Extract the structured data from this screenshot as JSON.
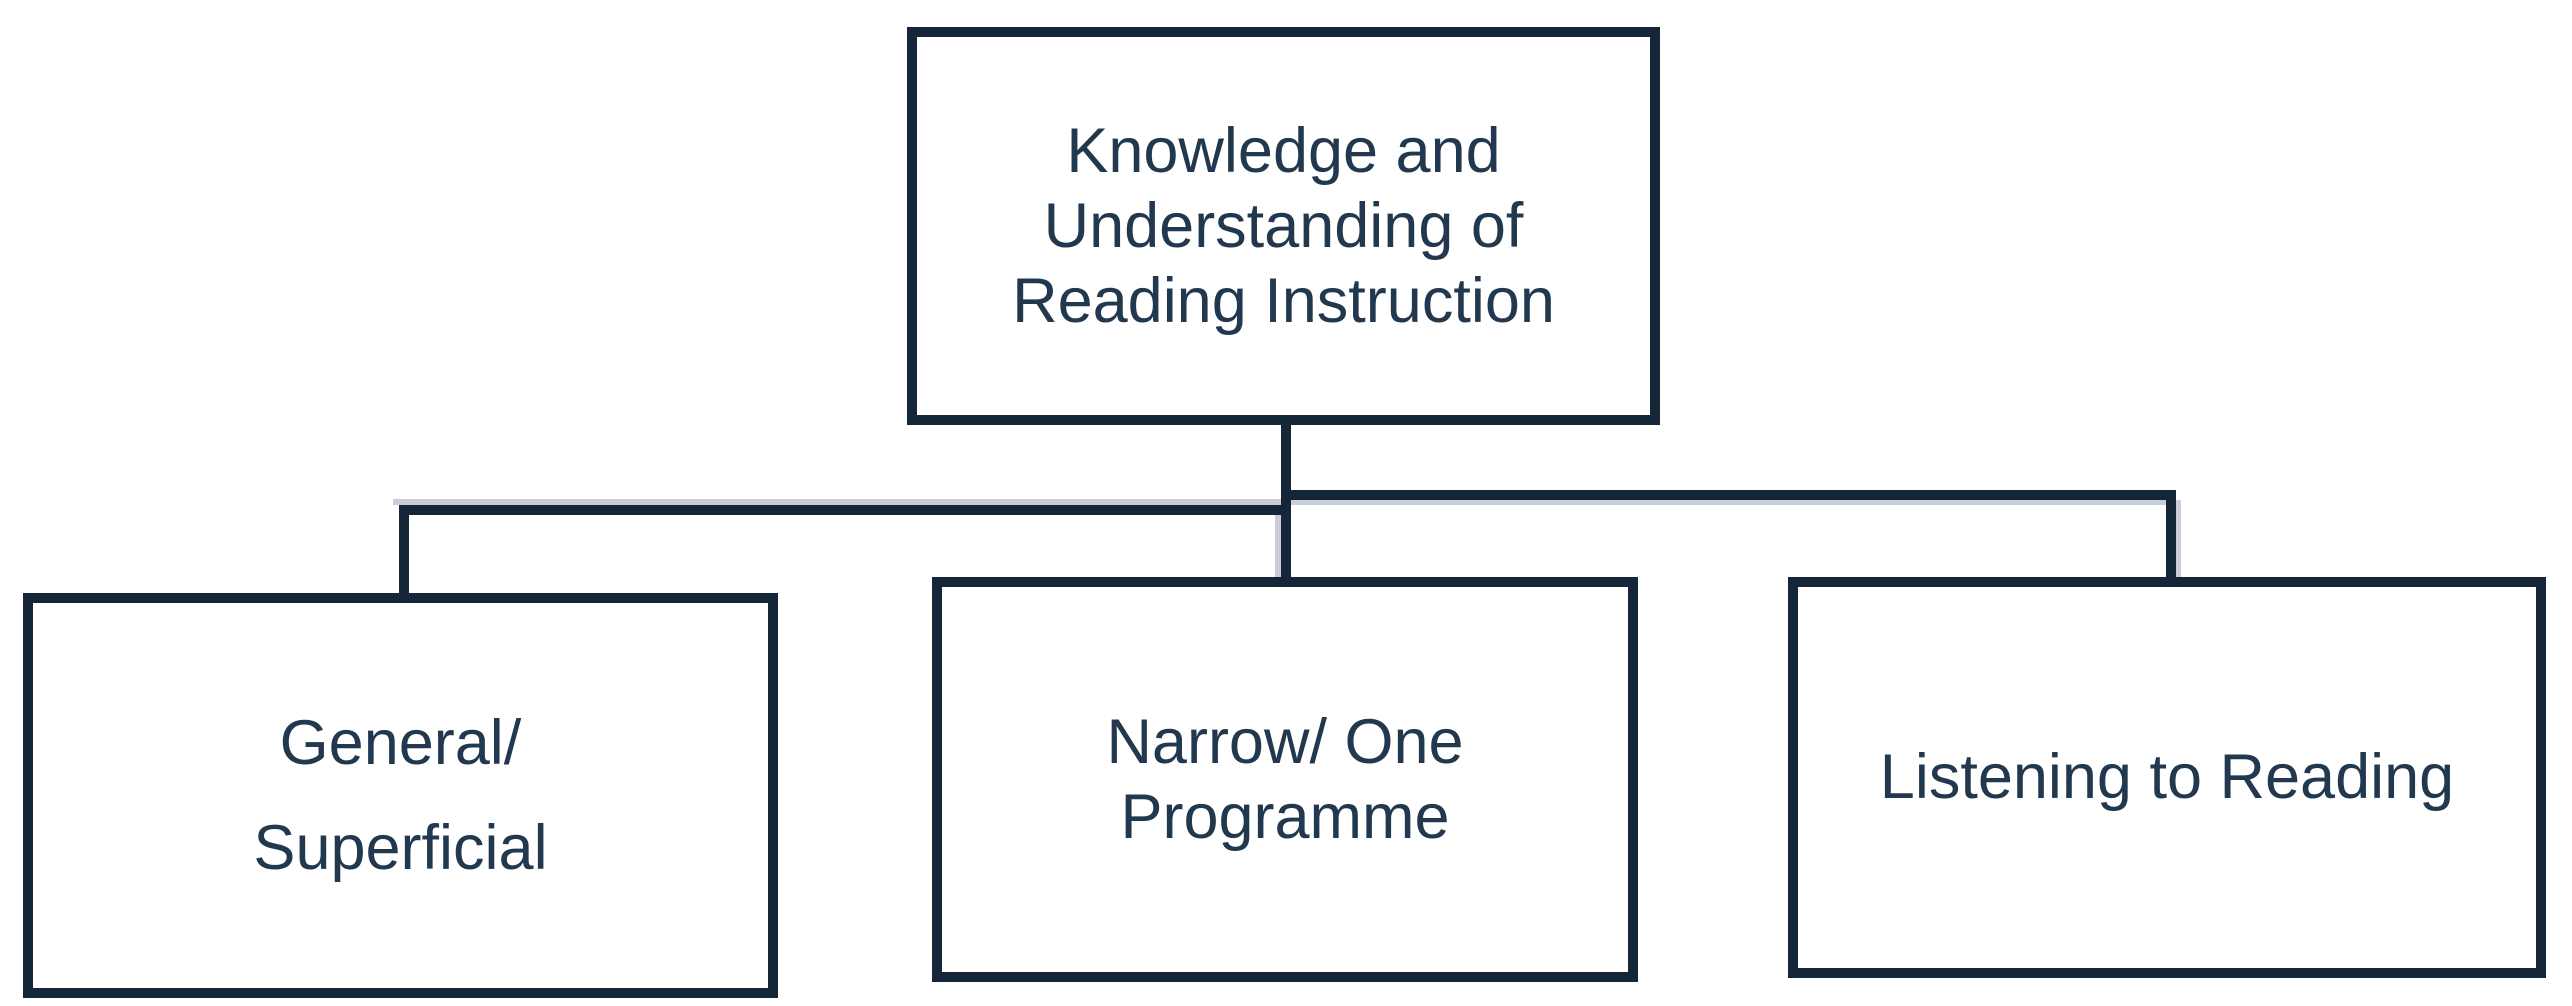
{
  "diagram": {
    "title": "Knowledge and Understanding of Reading Instruction hierarchy",
    "root": {
      "label": "Knowledge and\nUnderstanding of\nReading Instruction"
    },
    "children": [
      {
        "label": "General/\nSuperficial"
      },
      {
        "label": "Narrow/ One\nProgramme"
      },
      {
        "label": "Listening to Reading"
      }
    ],
    "colors": {
      "border": "#152638",
      "text": "#21384f",
      "connector": "#152638",
      "connector_shadow": "#c9ced8",
      "background": "#ffffff"
    }
  }
}
